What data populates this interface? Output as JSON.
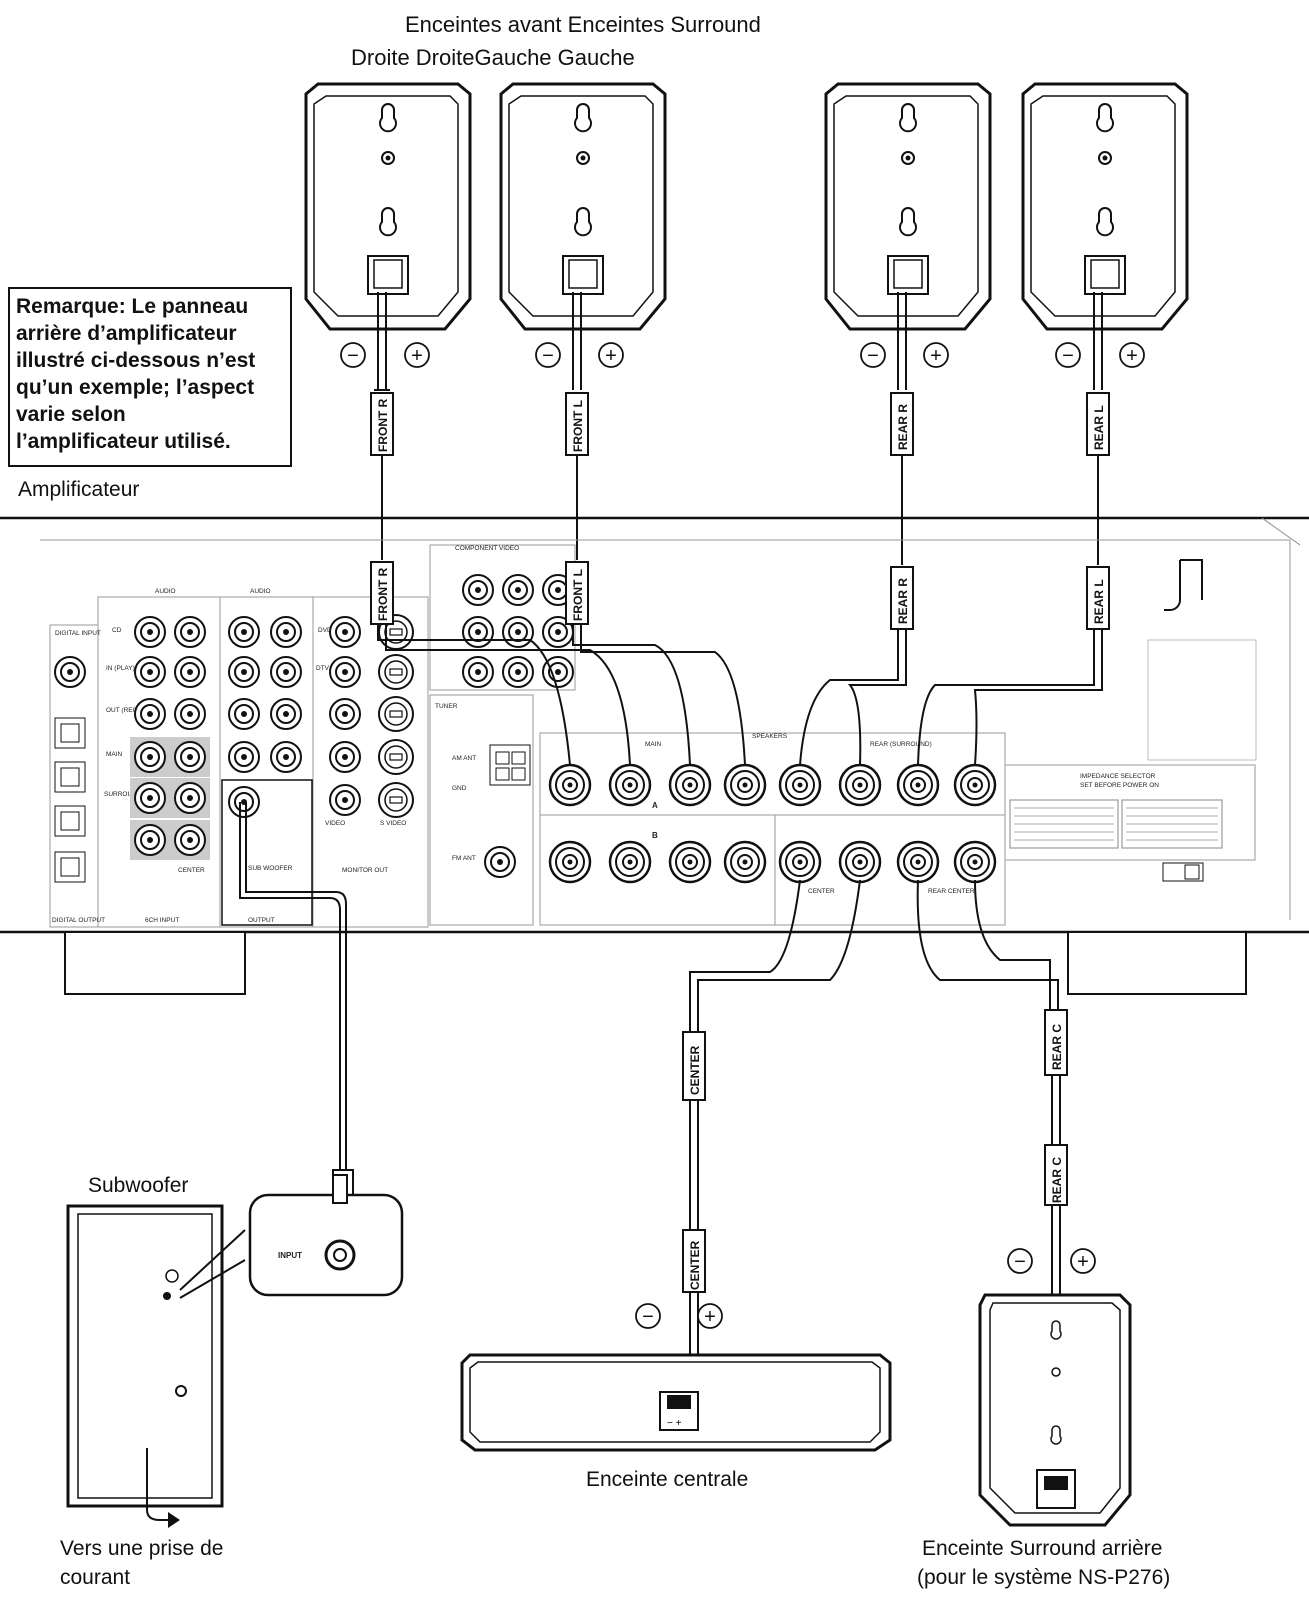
{
  "header": {
    "line1": "Enceintes avant Enceintes Surround",
    "line2": "Droite DroiteGauche Gauche"
  },
  "note": {
    "lines": [
      "Remarque: Le panneau",
      "arrière d’amplificateur",
      "illustré ci-dessous n’est",
      "qu’un exemple; l’aspect",
      "varie selon",
      "l’amplificateur utilisé."
    ]
  },
  "amplifier_label": "Amplificateur",
  "speakers": {
    "front_right": "FRONT R",
    "front_left": "FRONT L",
    "rear_right": "REAR R",
    "rear_left": "REAR L",
    "center": "CENTER",
    "rear_center": "REAR C",
    "minus_symbol": "−",
    "plus_symbol": "+"
  },
  "panel": {
    "digital_input": "DIGITAL INPUT",
    "audio": "AUDIO",
    "component_video": "COMPONENT VIDEO",
    "tuner": "TUNER",
    "speakers": "SPEAKERS",
    "main": "MAIN",
    "rear_surround": "REAR (SURROUND)",
    "center": "CENTER",
    "rear_center": "REAR CENTER",
    "impedance_selector": "IMPEDANCE SELECTOR",
    "set_before": "SET BEFORE POWER ON",
    "sub_woofer": "SUB WOOFER",
    "output": "OUTPUT",
    "six_ch_input": "6CH INPUT",
    "monitor_out": "MONITOR OUT",
    "digital_output": "DIGITAL OUTPUT",
    "row_a": "A",
    "row_b": "B",
    "am_ant": "AM ANT",
    "gnd": "GND",
    "fm_ant": "FM ANT",
    "video": "VIDEO",
    "s_video": "S VIDEO",
    "cd": "CD",
    "in_play": "IN (PLAY)",
    "out_rec": "OUT (REC)",
    "dvd": "DVD",
    "dtv_cbl": "DTV /CBL",
    "main_ch": "MAIN",
    "surround": "SURROUND",
    "center_ch": "CENTER"
  },
  "subwoofer": {
    "title": "Subwoofer",
    "input": "INPUT",
    "power_note_line1": "Vers une prise de",
    "power_note_line2": "courant"
  },
  "center_speaker_label": "Enceinte centrale",
  "rear_speaker_label_line1": "Enceinte Surround arrière",
  "rear_speaker_label_line2": "(pour le système NS-P276)"
}
